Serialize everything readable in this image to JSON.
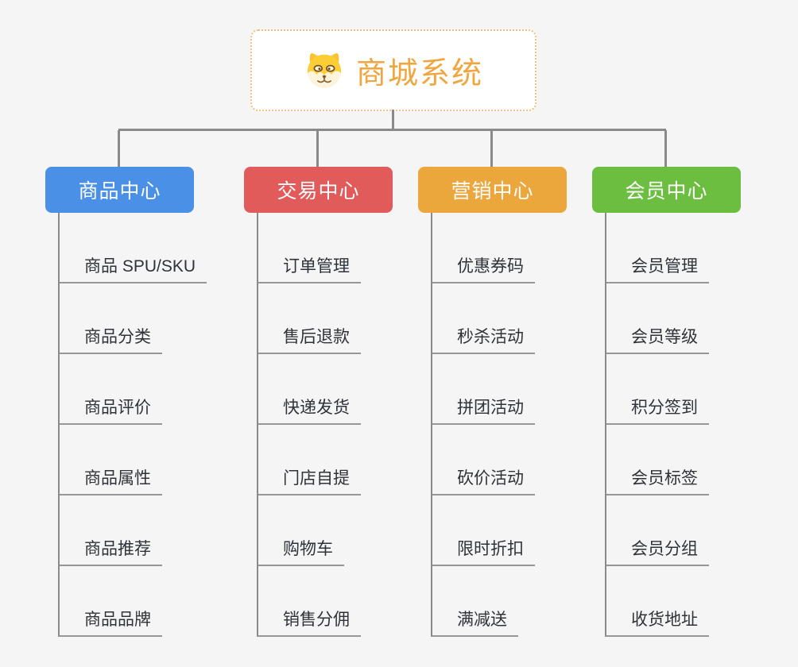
{
  "root": {
    "title": "商城系统",
    "icon": "dog-face-icon"
  },
  "colors": {
    "background": "#f5f5f6",
    "connector": "#8a8a8a",
    "root_border": "#f2c17e",
    "root_text": "#f0a63f",
    "branch_product": "#4a90e6",
    "branch_trade": "#e25b5b",
    "branch_marketing": "#eba63c",
    "branch_member": "#6cbe40"
  },
  "branches": [
    {
      "label": "商品中心",
      "color": "#4a90e6",
      "children": [
        "商品 SPU/SKU",
        "商品分类",
        "商品评价",
        "商品属性",
        "商品推荐",
        "商品品牌"
      ]
    },
    {
      "label": "交易中心",
      "color": "#e25b5b",
      "children": [
        "订单管理",
        "售后退款",
        "快递发货",
        "门店自提",
        "购物车",
        "销售分佣"
      ]
    },
    {
      "label": "营销中心",
      "color": "#eba63c",
      "children": [
        "优惠券码",
        "秒杀活动",
        "拼团活动",
        "砍价活动",
        "限时折扣",
        "满减送"
      ]
    },
    {
      "label": "会员中心",
      "color": "#6cbe40",
      "children": [
        "会员管理",
        "会员等级",
        "积分签到",
        "会员标签",
        "会员分组",
        "收货地址"
      ]
    }
  ]
}
